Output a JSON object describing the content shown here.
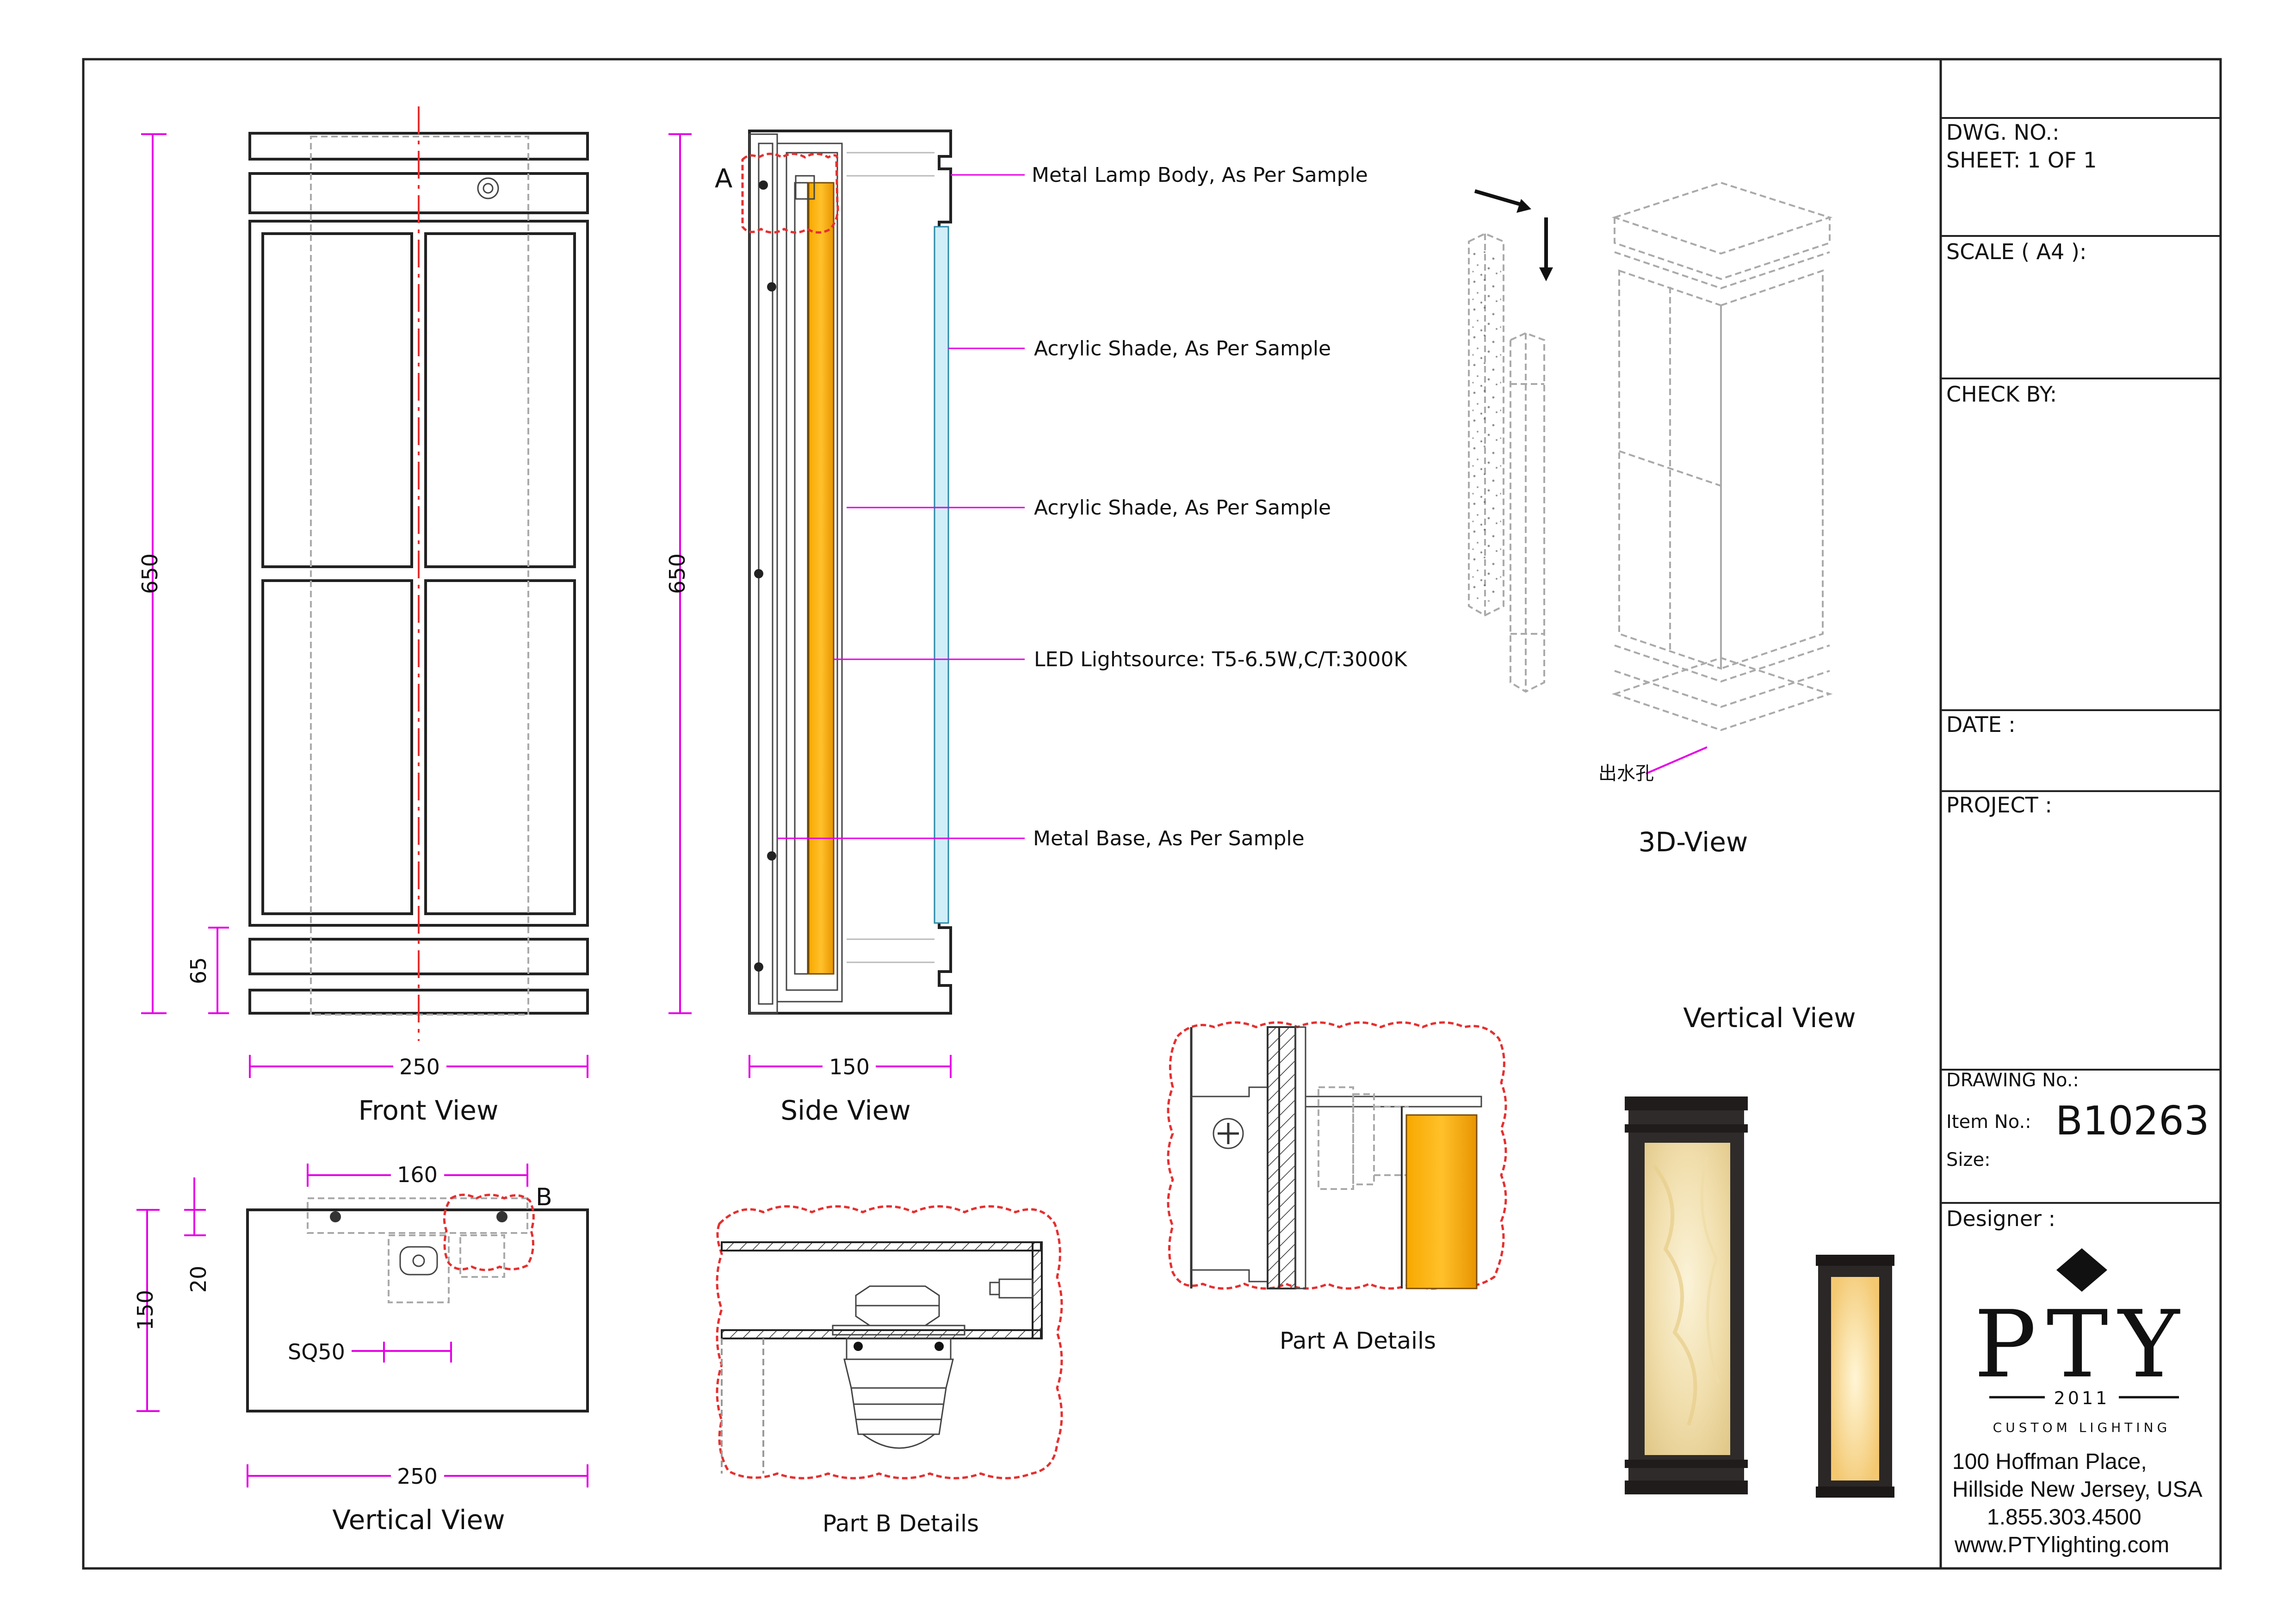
{
  "views": {
    "front": "Front View",
    "side": "Side View",
    "vertical_bottom": "Vertical View",
    "part_b": "Part B Details",
    "part_a": "Part A Details",
    "three_d": "3D-View",
    "vertical_photo": "Vertical View"
  },
  "dimensions": {
    "front_height": "650",
    "front_base": "65",
    "front_width": "250",
    "side_height": "650",
    "side_width": "150",
    "bottom_160": "160",
    "bottom_height": "150",
    "bottom_20": "20",
    "bottom_sq": "SQ50",
    "bottom_width": "250"
  },
  "markers": {
    "a": "A",
    "b": "B"
  },
  "callouts": [
    "Metal Lamp Body, As Per Sample",
    "Acrylic Shade, As Per Sample",
    "Acrylic Shade, As Per Sample",
    "LED Lightsource: T5-6.5W,C/T:3000K",
    "Metal Base, As Per Sample"
  ],
  "drain_hole_label": "出水孔",
  "title_block": {
    "dwg_no": "DWG. NO.:",
    "sheet": "SHEET: 1 OF 1",
    "scale": "SCALE ( A4 ):",
    "check_by": "CHECK BY:",
    "date": "DATE :",
    "project": "PROJECT :",
    "drawing_no": "DRAWING No.:",
    "item_no_label": "Item No.:",
    "item_no": "B10263",
    "size": "Size:",
    "designer": "Designer :"
  },
  "logo": {
    "brand": "PTY",
    "year": "2011",
    "tagline": "CUSTOM LIGHTING"
  },
  "address": {
    "line1": "100 Hoffman Place,",
    "line2": "Hillside New Jersey, USA",
    "phone": "1.855.303.4500",
    "web": "www.PTYlighting.com"
  },
  "colors": {
    "dimension": "#e600e6",
    "led": "#f7a800",
    "detail_cloud": "#e53030",
    "frame": "#222222",
    "body_finish": "#2e2b2a",
    "shade_glow": "#f3e6c0"
  }
}
